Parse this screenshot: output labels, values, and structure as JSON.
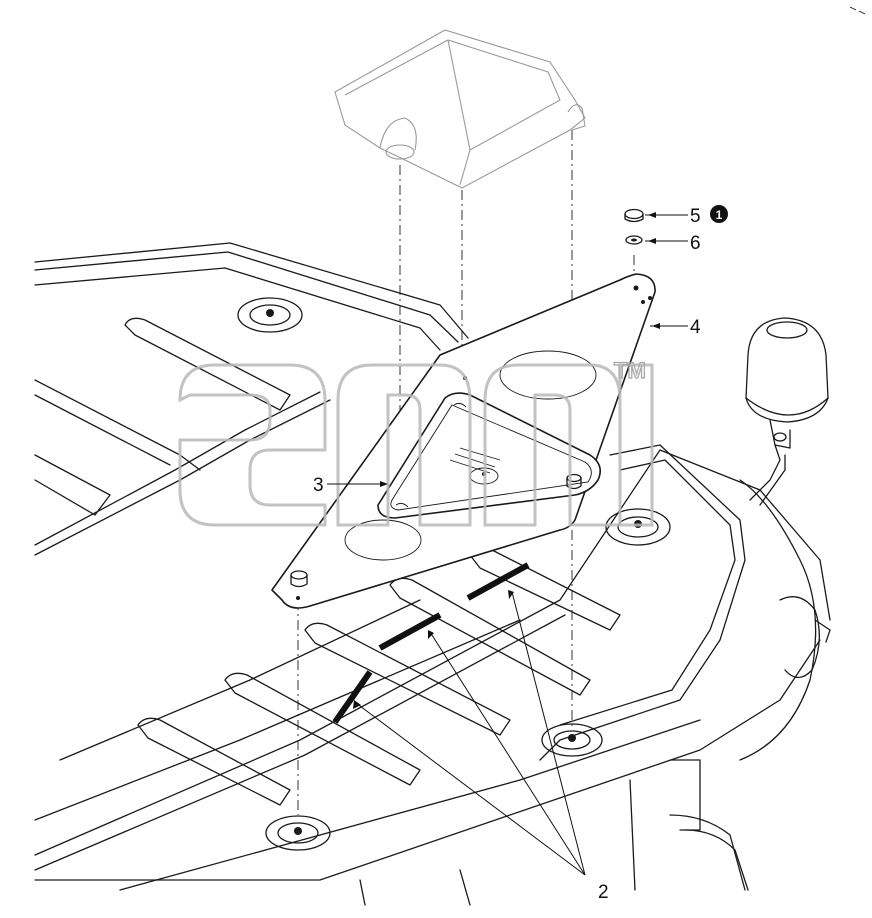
{
  "callouts": {
    "item2": "2",
    "item3": "3",
    "item4": "4",
    "item5": "5",
    "item6": "6"
  },
  "note_marker": "1",
  "watermark": {
    "trademark": "TM"
  },
  "colors": {
    "line": "#1a1a1a",
    "ghost_part": "#9a9a9a",
    "watermark": "#b9b9b9",
    "background": "#ffffff"
  }
}
